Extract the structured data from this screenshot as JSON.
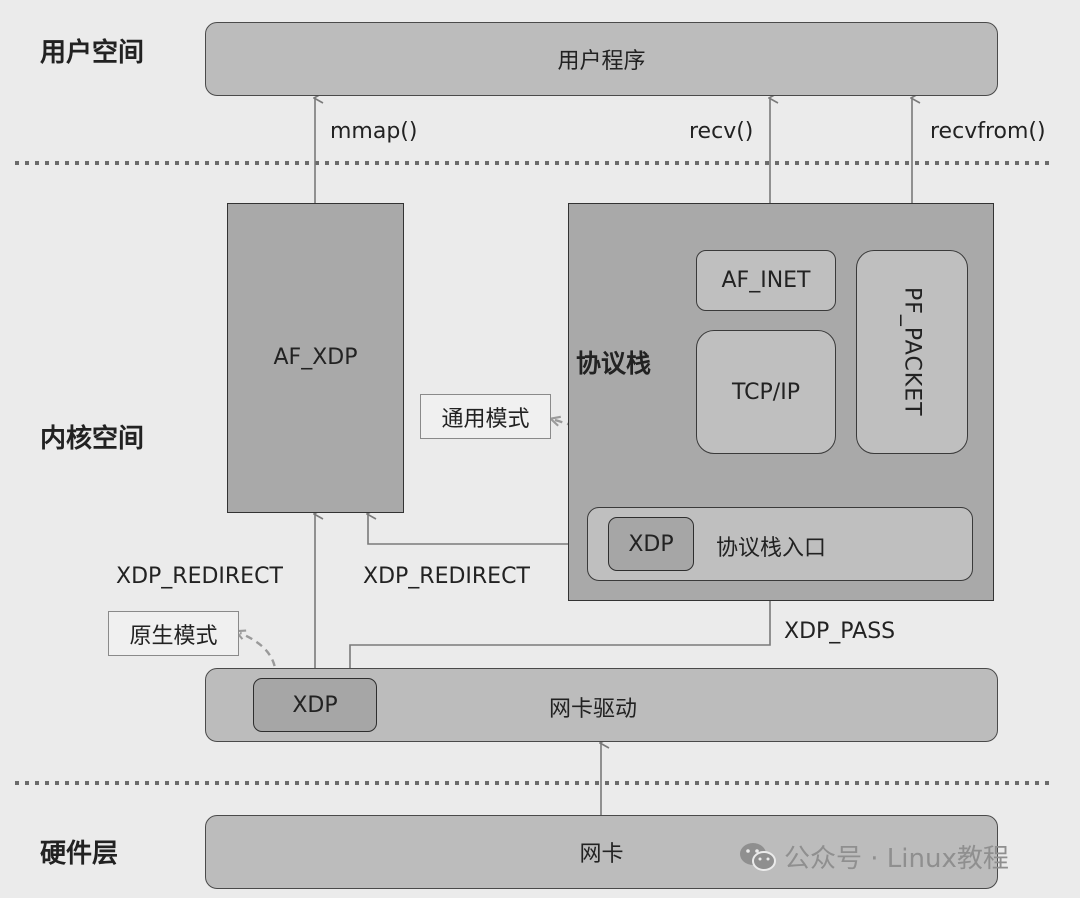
{
  "layers": {
    "user_space": "用户空间",
    "kernel_space": "内核空间",
    "hardware_layer": "硬件层"
  },
  "boxes": {
    "user_program": "用户程序",
    "af_xdp": "AF_XDP",
    "protocol_stack": "协议栈",
    "af_inet": "AF_INET",
    "tcp_ip": "TCP/IP",
    "pf_packet": "PF_PACKET",
    "stack_entry": "协议栈入口",
    "xdp_stack": "XDP",
    "nic_driver": "网卡驱动",
    "xdp_driver": "XDP",
    "nic": "网卡"
  },
  "modes": {
    "generic": "通用模式",
    "native": "原生模式"
  },
  "edges": {
    "mmap": "mmap()",
    "recv": "recv()",
    "recvfrom": "recvfrom()",
    "redirect_left": "XDP_REDIRECT",
    "redirect_mid": "XDP_REDIRECT",
    "pass": "XDP_PASS"
  },
  "watermark": {
    "text": "公众号 · Linux教程",
    "icon": "wechat-icon"
  },
  "colors": {
    "background": "#ebebeb",
    "bar_fill": "#bcbcbc",
    "dark_fill": "#a9a9a9",
    "border": "#3a3a3a",
    "arrow": "#7a7a7a",
    "dashed_arrow": "#9a9a9a"
  }
}
